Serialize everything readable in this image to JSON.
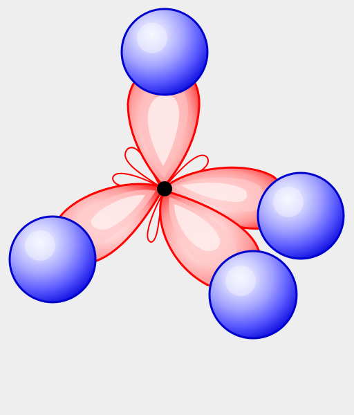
{
  "diagram": {
    "subject": "sp3-hybridized-tetrahedral-orbitals",
    "orbital_count": 4,
    "bonded_atom_count": 4,
    "colors": {
      "background": "#eeeeef",
      "lobe_outline": "#ff0000",
      "lobe_light": "#ffe4e4",
      "lobe_mid": "#ffaaaa",
      "lobe_dark": "#ff5555",
      "atom_edge": "#0000dd",
      "atom_mid": "#7777ff",
      "atom_light": "#d8d8ff",
      "nucleus": "#000000"
    }
  }
}
